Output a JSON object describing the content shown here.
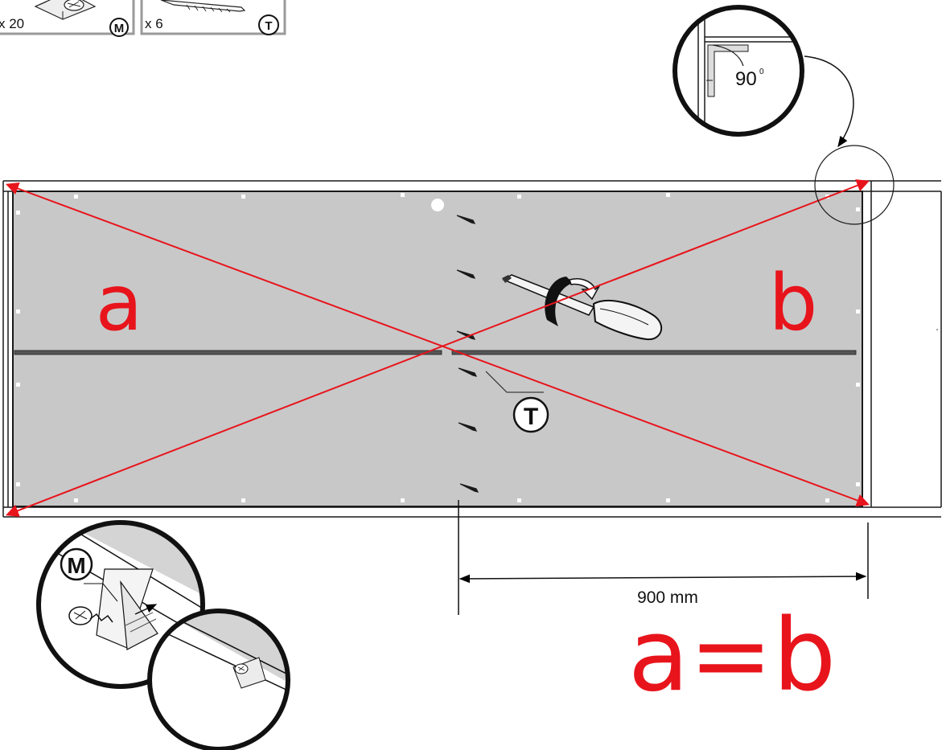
{
  "parts": {
    "connector_count": "x 20",
    "connector_id": "M",
    "screw_count": "x 6",
    "screw_id": "T"
  },
  "panel": {
    "diag_a": "a",
    "diag_b": "b"
  },
  "callouts": {
    "screw_label": "T",
    "connector_label": "M",
    "angle": "90",
    "angle_unit": "0"
  },
  "dimension": {
    "width": "900 mm"
  },
  "equation": "a=b",
  "colors": {
    "panel_fill": "#c8c8c8",
    "diagonal": "#e8141c",
    "outline": "#1a1a1a"
  }
}
